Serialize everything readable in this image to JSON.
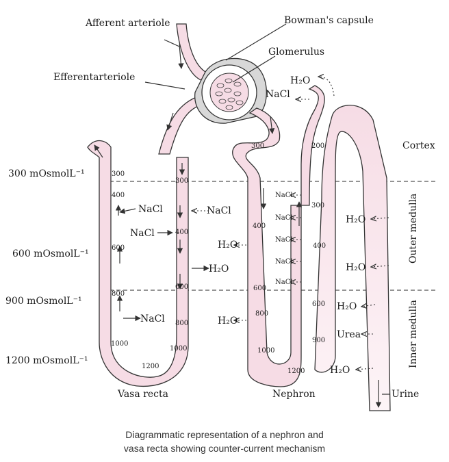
{
  "labels": {
    "afferent": "Afferent arteriole",
    "bowman": "Bowman's capsule",
    "glomerulus": "Glomerulus",
    "efferent": "Efferentarteriole",
    "cortex": "Cortex",
    "outer_medulla": "Outer medulla",
    "inner_medulla": "Inner medulla",
    "vasa_recta": "Vasa recta",
    "nephron": "Nephron",
    "urine": "Urine",
    "urea": "Urea",
    "h2o": "H₂O",
    "nacl": "NaCl"
  },
  "osmolarity": [
    "300 mOsmolL⁻¹",
    "600 mOsmolL⁻¹",
    "900 mOsmolL⁻¹",
    "1200 mOsmolL⁻¹"
  ],
  "values": {
    "v300": "300",
    "v400": "400",
    "v600": "600",
    "v800": "800",
    "v1000": "1000",
    "v1200": "1200",
    "v200": "200",
    "v900": "900"
  },
  "caption": {
    "line1": "Diagrammatic representation of a nephron and",
    "line2": "vasa recta showing counter-current mechanism"
  }
}
